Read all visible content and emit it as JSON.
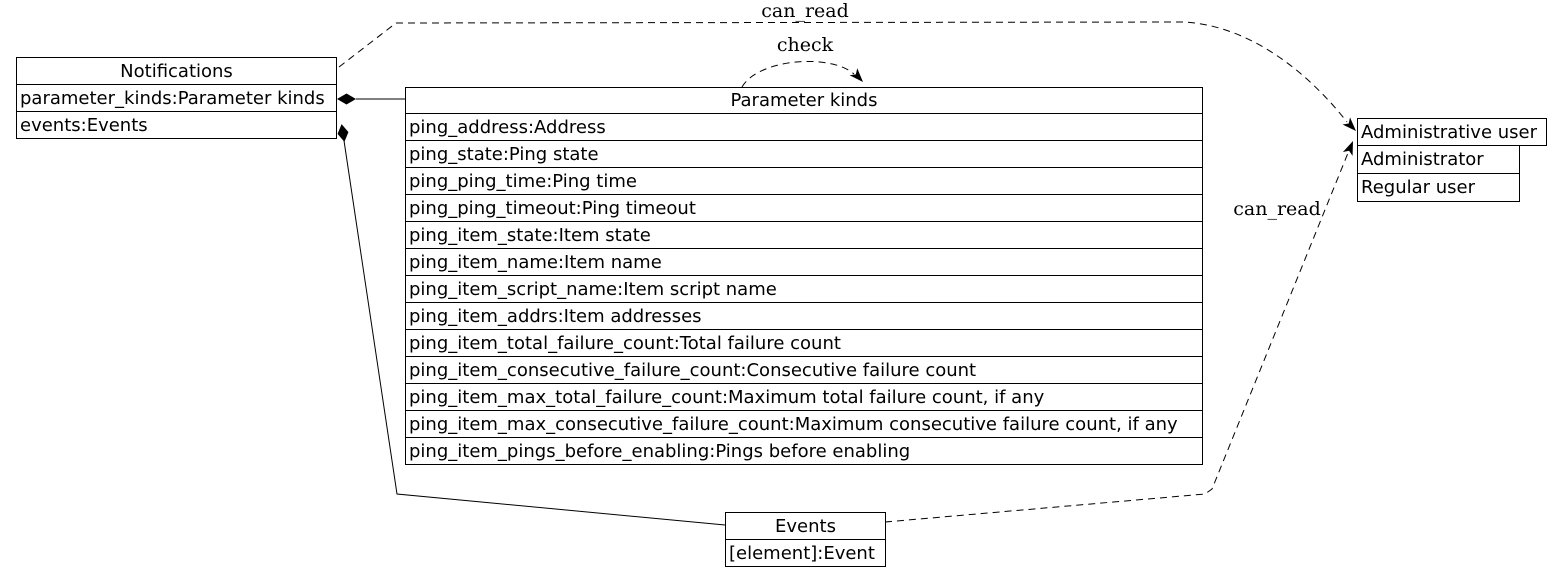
{
  "diagram": {
    "background": "#ffffff",
    "stroke_color": "#000000",
    "nodes": {
      "notifications": {
        "title": "Notifications",
        "fields": [
          "parameter_kinds:Parameter kinds",
          "events:Events"
        ]
      },
      "parameter_kinds": {
        "title": "Parameter kinds",
        "fields": [
          "ping_address:Address",
          "ping_state:Ping state",
          "ping_ping_time:Ping time",
          "ping_ping_timeout:Ping timeout",
          "ping_item_state:Item state",
          "ping_item_name:Item name",
          "ping_item_script_name:Item script name",
          "ping_item_addrs:Item addresses",
          "ping_item_total_failure_count:Total failure count",
          "ping_item_consecutive_failure_count:Consecutive failure count",
          "ping_item_max_total_failure_count:Maximum total failure count, if any",
          "ping_item_max_consecutive_failure_count:Maximum consecutive failure count, if any",
          "ping_item_pings_before_enabling:Pings before enabling"
        ]
      },
      "administrative_user": {
        "title": "Administrative user",
        "fields": [
          "Administrator",
          "Regular user"
        ]
      },
      "events": {
        "title": "Events",
        "fields": [
          "[element]:Event"
        ]
      }
    },
    "edges": {
      "can_read_top": {
        "label": "can_read",
        "from": "Notifications",
        "to": "Administrative user",
        "style": "dashed-arrow"
      },
      "check": {
        "label": "check",
        "from": "Parameter kinds",
        "to": "Parameter kinds",
        "style": "dashed-arrow"
      },
      "can_read_bottom": {
        "label": "can_read",
        "from": "Events",
        "to": "Administrative user",
        "style": "dashed-arrow"
      },
      "notifications_parameter_kinds": {
        "label": "",
        "from": "Notifications:parameter_kinds",
        "to": "Parameter kinds",
        "style": "solid-diamond"
      },
      "notifications_events": {
        "label": "",
        "from": "Notifications:events",
        "to": "Events",
        "style": "solid-diamond"
      }
    }
  }
}
